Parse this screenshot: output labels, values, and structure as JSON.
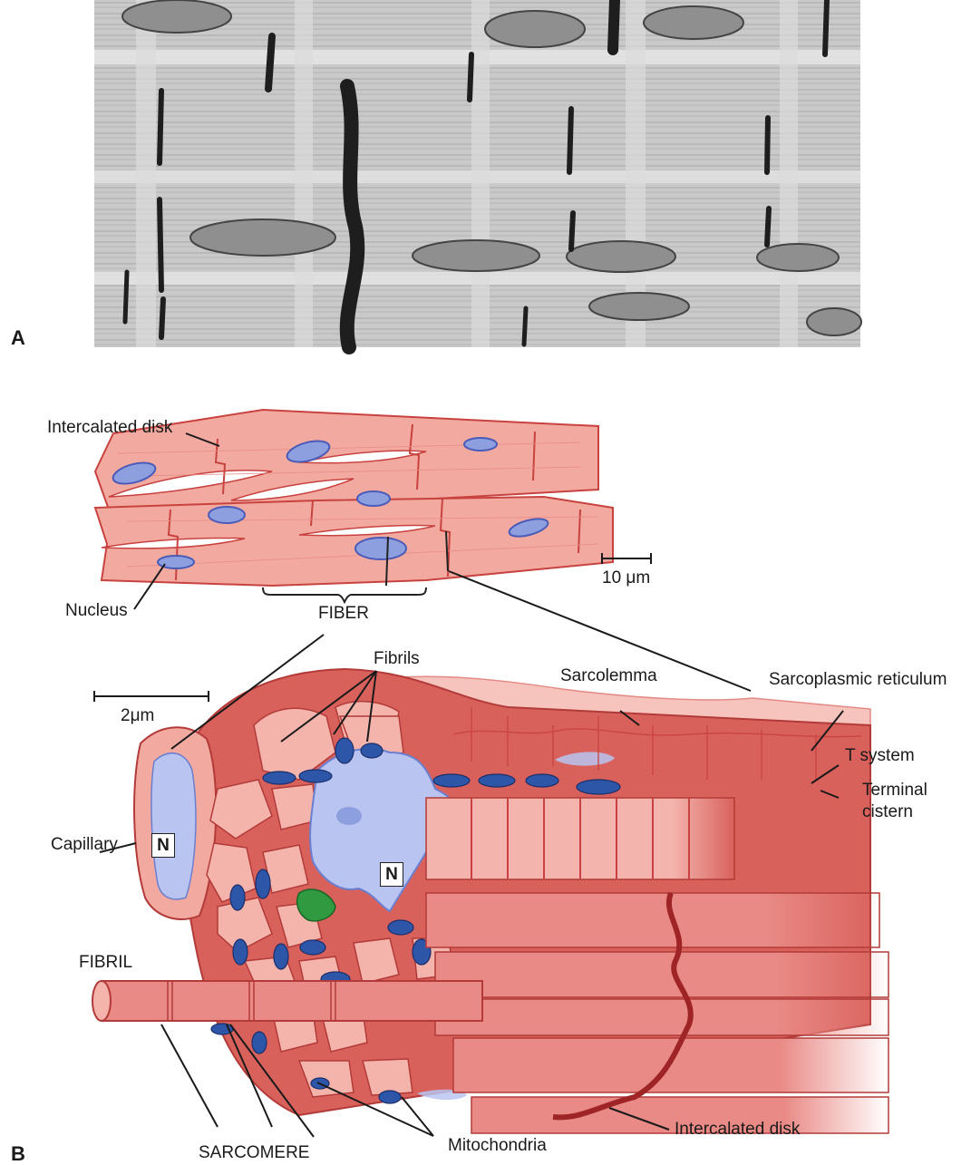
{
  "panels": {
    "a": "A",
    "b": "B"
  },
  "fiber_diagram": {
    "intercalated_disk": "Intercalated disk",
    "nucleus": "Nucleus",
    "fiber": "FIBER",
    "scale_bar": "10 μm"
  },
  "fibril_diagram": {
    "fibrils": "Fibrils",
    "sarcolemma": "Sarcolemma",
    "sarcoplasmic_reticulum": "Sarcoplasmic reticulum",
    "t_system": "T system",
    "terminal_cistern_line1": "Terminal",
    "terminal_cistern_line2": "cistern",
    "capillary": "Capillary",
    "nucleus_marker": "N",
    "fibril": "FIBRIL",
    "sarcomere": "SARCOMERE",
    "mitochondria": "Mitochondria",
    "intercalated_disk": "Intercalated disk",
    "scale_bar": "2μm"
  },
  "colors": {
    "muscle": "#f2aaa0",
    "muscle_dark": "#c8423f",
    "nucleus": "#8e9fe0",
    "mitochondria": "#2e56a8",
    "golgi": "#2f9a3f",
    "micrograph": "#c4c4c4"
  }
}
